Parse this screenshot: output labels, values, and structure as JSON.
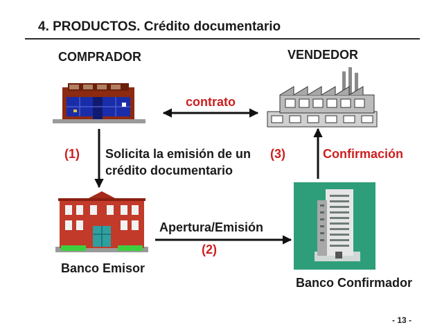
{
  "title": "4. PRODUCTOS. Crédito documentario",
  "nodes": {
    "buyer": "COMPRADOR",
    "seller": "VENDEDOR",
    "issuing_bank": "Banco Emisor",
    "confirming_bank": "Banco Confirmador"
  },
  "edges": {
    "contract": "contrato",
    "step1_num": "(1)",
    "step1_line1": "Solicita la emisión de un",
    "step1_line2": "crédito documentario",
    "step2_label": "Apertura/Emisión",
    "step2_num": "(2)",
    "step3_num": "(3)",
    "step3_label": "Confirmación"
  },
  "page_number": "- 13 -",
  "colors": {
    "accent_red": "#cc1f1f",
    "text": "#1a1a1a",
    "bank_green": "#2e9e7a"
  }
}
